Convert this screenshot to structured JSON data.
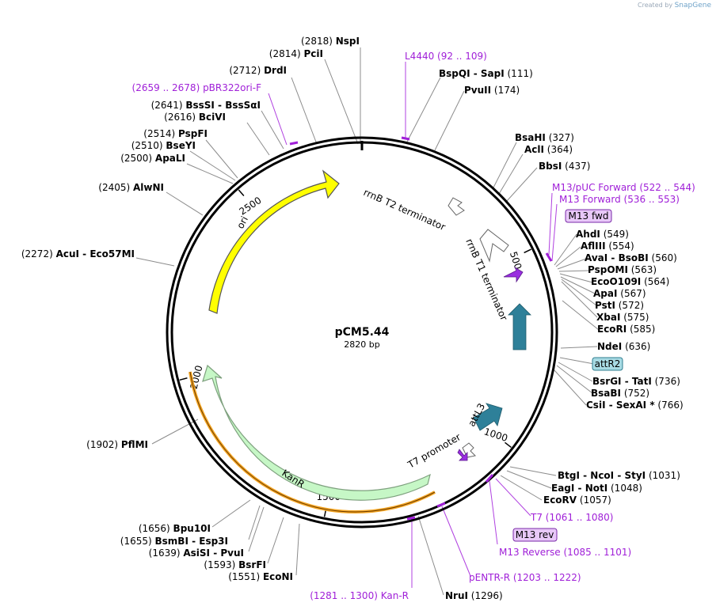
{
  "credit": {
    "created_by": "Created by",
    "brand": "SnapGene"
  },
  "plasmid": {
    "name": "pCM5.44",
    "length": "2820 bp",
    "bp": 2820
  },
  "ticks": [
    {
      "bp": 500,
      "label": "500"
    },
    {
      "bp": 1000,
      "label": "1000"
    },
    {
      "bp": 1500,
      "label": "1500"
    },
    {
      "bp": 2000,
      "label": "2000"
    },
    {
      "bp": 2500,
      "label": "2500"
    }
  ],
  "features": [
    {
      "name": "ori",
      "type": "arc",
      "color": "#ffff00",
      "stroke": "#666666"
    },
    {
      "name": "KanR",
      "type": "arc",
      "color": "#c6f7c6",
      "stroke": "#8aa88a"
    },
    {
      "name": "rrnB T2 terminator",
      "type": "terminator",
      "color": "#ffffff"
    },
    {
      "name": "rrnB T1 terminator",
      "type": "terminator",
      "color": "#ffffff"
    },
    {
      "name": "attL3",
      "type": "arrow",
      "color": "#2e8099"
    },
    {
      "name": "T7 promoter",
      "type": "arrow",
      "color": "#ffffff"
    }
  ],
  "unlabeled_features": [
    {
      "name": "attR2-arrow",
      "color": "#2e8099"
    },
    {
      "name": "lac-operator-arrow",
      "color": "#9a2fe0"
    },
    {
      "name": "t7-small-arrow",
      "color": "#9a2fe0"
    },
    {
      "name": "kan-r-primer-arc",
      "color": "#f5a623"
    }
  ],
  "left_labels": [
    {
      "pos": "(2818)",
      "name": "NspI"
    },
    {
      "pos": "(2814)",
      "name": "PciI"
    },
    {
      "pos": "(2712)",
      "name": "DrdI"
    },
    {
      "pos": "(2659 .. 2678)",
      "name": "pBR322ori-F",
      "primer": true
    },
    {
      "pos": "(2641)",
      "name": "BssSI",
      "name2": "BssSαI"
    },
    {
      "pos": "(2616)",
      "name": "BciVI"
    },
    {
      "pos": "(2514)",
      "name": "PspFI"
    },
    {
      "pos": "(2510)",
      "name": "BseYI"
    },
    {
      "pos": "(2500)",
      "name": "ApaLI"
    },
    {
      "pos": "(2405)",
      "name": "AlwNI"
    },
    {
      "pos": "(2272)",
      "name": "AcuI",
      "name2": "Eco57MI"
    },
    {
      "pos": "(1902)",
      "name": "PflMI"
    },
    {
      "pos": "(1656)",
      "name": "Bpu10I"
    },
    {
      "pos": "(1655)",
      "name": "BsmBI",
      "name2": "Esp3I"
    },
    {
      "pos": "(1639)",
      "name": "AsiSI",
      "name2": "PvuI"
    },
    {
      "pos": "(1593)",
      "name": "BsrFI"
    },
    {
      "pos": "(1551)",
      "name": "EcoNI"
    },
    {
      "pos": "(1281 .. 1300)",
      "name": "Kan-R",
      "primer": true
    }
  ],
  "right_labels": [
    {
      "name": "L4440",
      "pos": "(92 .. 109)",
      "primer": true
    },
    {
      "name": "BspQI",
      "name2": "SapI",
      "pos": "(111)"
    },
    {
      "name": "PvuII",
      "pos": "(174)"
    },
    {
      "name": "BsaHI",
      "pos": "(327)"
    },
    {
      "name": "AclI",
      "pos": "(364)"
    },
    {
      "name": "BbsI",
      "pos": "(437)"
    },
    {
      "name": "M13/pUC Forward",
      "pos": "(522 .. 544)",
      "primer": true
    },
    {
      "name": "M13 Forward",
      "pos": "(536 .. 553)",
      "primer": true
    },
    {
      "name": "AhdI",
      "pos": "(549)"
    },
    {
      "name": "AflIII",
      "pos": "(554)"
    },
    {
      "name": "AvaI",
      "name2": "BsoBI",
      "pos": "(560)"
    },
    {
      "name": "PspOMI",
      "pos": "(563)"
    },
    {
      "name": "EcoO109I",
      "pos": "(564)"
    },
    {
      "name": "ApaI",
      "pos": "(567)"
    },
    {
      "name": "PstI",
      "pos": "(572)"
    },
    {
      "name": "XbaI",
      "pos": "(575)"
    },
    {
      "name": "EcoRI",
      "pos": "(585)"
    },
    {
      "name": "NdeI",
      "pos": "(636)"
    },
    {
      "name": "BsrGI",
      "name2": "TatI",
      "pos": "(736)"
    },
    {
      "name": "BsaBI",
      "pos": "(752)"
    },
    {
      "name": "CsiI",
      "name2": "SexAI *",
      "pos": "(766)"
    },
    {
      "name": "BtgI",
      "name2": "NcoI",
      "name3": "StyI",
      "pos": "(1031)"
    },
    {
      "name": "EagI",
      "name2": "NotI",
      "pos": "(1048)"
    },
    {
      "name": "EcoRV",
      "pos": "(1057)"
    },
    {
      "name": "T7",
      "pos": "(1061 .. 1080)",
      "primer": true
    },
    {
      "name": "M13 Reverse",
      "pos": "(1085 .. 1101)",
      "primer": true
    },
    {
      "name": "pENTR-R",
      "pos": "(1203 .. 1222)",
      "primer": true
    },
    {
      "name": "NruI",
      "pos": "(1296)"
    }
  ],
  "boxes": [
    {
      "text": "M13 fwd",
      "fill": "#e8c8f8",
      "stroke": "#7a2aa8"
    },
    {
      "text": "attR2",
      "fill": "#a8dbe4",
      "stroke": "#2e7d8f"
    },
    {
      "text": "M13 rev",
      "fill": "#e8c8f8",
      "stroke": "#7a2aa8"
    }
  ]
}
